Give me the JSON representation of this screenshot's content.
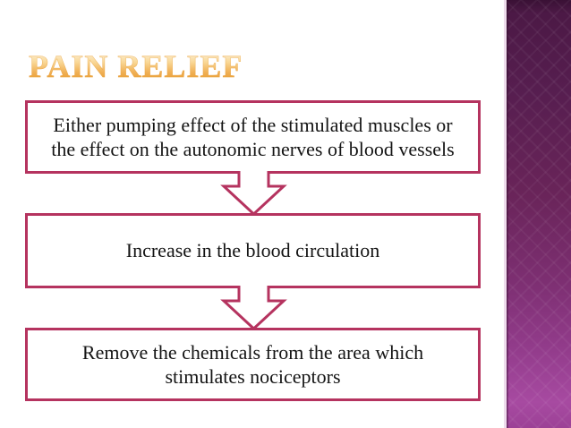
{
  "slide": {
    "title": "PAIN RELIEF",
    "flow_boxes": [
      {
        "text": "Either pumping effect of the stimulated muscles or the effect on the autonomic nerves of blood vessels"
      },
      {
        "text": "Increase in the blood circulation"
      },
      {
        "text": "Remove the chemicals from the area which stimulates nociceptors"
      }
    ],
    "icons": {
      "connector": "down-arrow-icon"
    }
  },
  "theme": {
    "box_border_color": "#b5335f",
    "box_fill_color": "#ffffff",
    "body_text_color": "#141414",
    "title_gradient_top": "#fdf3e0",
    "title_gradient_bottom": "#e89a2c",
    "accent_panel_gradient_top": "#4a1844",
    "accent_panel_gradient_bottom": "#a74aa1",
    "accent_panel_highlight": "#eedcec",
    "background_color": "#ffffff"
  }
}
